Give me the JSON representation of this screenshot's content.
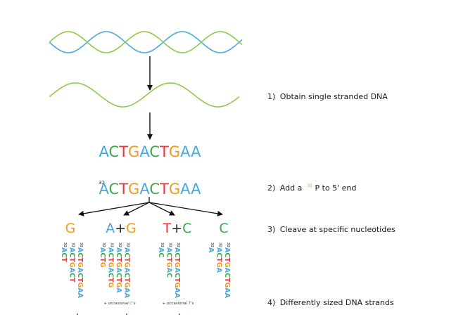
{
  "colors": {
    "A": "#4aa9dd",
    "C": "#3aaa48",
    "G": "#f2991f",
    "T": "#e8343a",
    "strand_blue": "#4aa9dd",
    "strand_green": "#8dcc46",
    "arrow": "#111111",
    "text": "#1a1a1a"
  },
  "sequence": "ACTGACTGAA",
  "labeled_prefix": "32",
  "reactions": [
    {
      "label": "G",
      "letters": [
        "G"
      ],
      "fragments": [
        "ACT",
        "ACTGACT",
        "ACTGACTGAA"
      ],
      "note": ""
    },
    {
      "label": "A+G",
      "letters": [
        "A",
        "+",
        "G"
      ],
      "fragments": [
        "ACTG",
        "ACTGACTG",
        "ACTGACTGA",
        "ACTGACTGAA"
      ],
      "note_prefix": "+ occasional ",
      "note_letter": "C",
      "note_suffix": "'s"
    },
    {
      "label": "T+C",
      "letters": [
        "T",
        "+",
        "C"
      ],
      "fragments": [
        "AC",
        "ACTGAC",
        "ACTGACTGAA"
      ],
      "note_prefix": "+ occasional ",
      "note_letter": "T",
      "note_suffix": "'s"
    },
    {
      "label": "C",
      "letters": [
        "C"
      ],
      "fragments": [
        "A",
        "ACTGA",
        "ACTGACTGAA"
      ],
      "note": ""
    }
  ],
  "steps": [
    {
      "num": "1)",
      "text": "Obtain single stranded DNA"
    },
    {
      "num": "2)",
      "pre": "Add a ",
      "sup": "32",
      "post": "P to 5' end"
    },
    {
      "num": "3)",
      "text": "Cleave at specific nucleotides"
    },
    {
      "num": "4)",
      "text": "Differently sized DNA strands"
    }
  ]
}
